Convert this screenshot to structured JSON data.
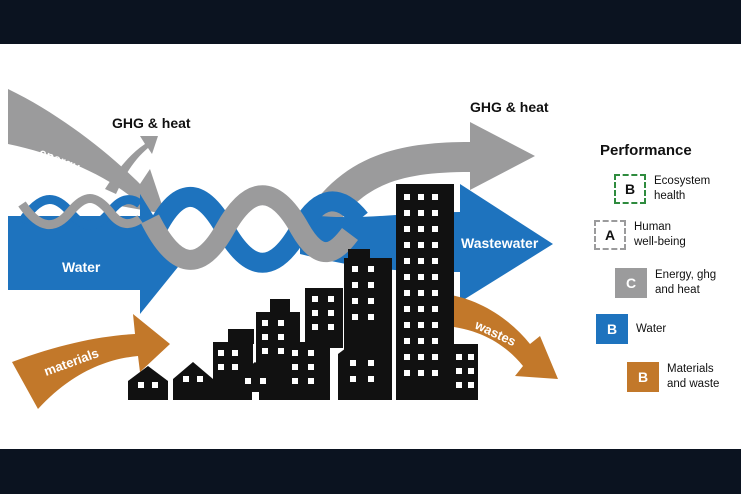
{
  "labels": {
    "ghg_left": "GHG & heat",
    "ghg_right": "GHG & heat",
    "energy": "energy",
    "water": "Water",
    "wastewater": "Wastewater",
    "materials": "materials",
    "wastes": "wastes"
  },
  "colors": {
    "energy_grey": "#9b9b9c",
    "water_blue": "#1e73be",
    "materials_brown": "#c2782a",
    "ecosystem_green": "#2e8b3e",
    "buildings": "#111111"
  },
  "legend": {
    "title": "Performance",
    "items": [
      {
        "grade": "B",
        "text": "Ecosystem\nhealth",
        "style": "green-dashed"
      },
      {
        "grade": "A",
        "text": "Human\nwell-being",
        "style": "grey-dashed"
      },
      {
        "grade": "C",
        "text": "Energy, ghg\nand heat",
        "style": "grey-fill"
      },
      {
        "grade": "B",
        "text": "Water",
        "style": "blue-fill"
      },
      {
        "grade": "B",
        "text": "Materials\nand waste",
        "style": "brown-fill"
      }
    ]
  }
}
